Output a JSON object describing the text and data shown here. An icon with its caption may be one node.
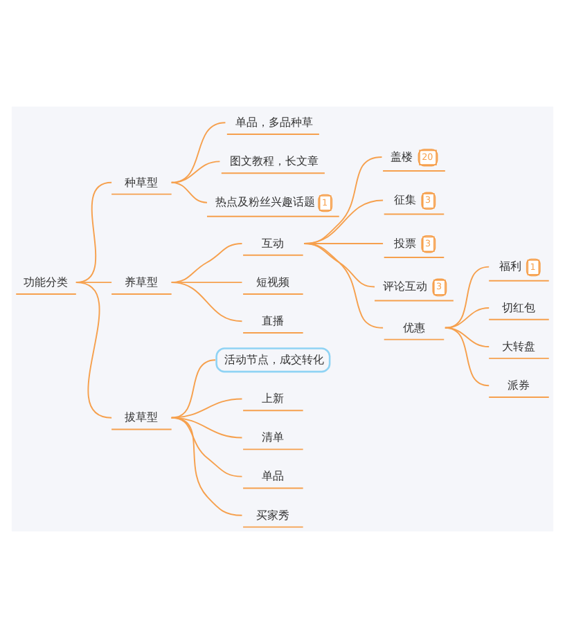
{
  "diagram": {
    "nodes": [
      {
        "text": [
          "功能分类"
        ]
      },
      {
        "text": [
          "种草型"
        ]
      },
      {
        "text": [
          "单品，多品种草"
        ]
      },
      {
        "text": [
          "图文教程，长文章"
        ]
      },
      {
        "text": [
          "热点及粉丝兴趣话题",
          "1"
        ]
      },
      {
        "text": [
          "养草型"
        ]
      },
      {
        "text": [
          "互动"
        ]
      },
      {
        "text": [
          "盖楼",
          "20"
        ]
      },
      {
        "text": [
          "征集",
          "3"
        ]
      },
      {
        "text": [
          "投票",
          "3"
        ]
      },
      {
        "text": [
          "评论互动",
          "3"
        ]
      },
      {
        "text": [
          "优惠"
        ]
      },
      {
        "text": [
          "福利",
          "1"
        ]
      },
      {
        "text": [
          "切红包"
        ]
      },
      {
        "text": [
          "大转盘"
        ]
      },
      {
        "text": [
          "派券"
        ]
      },
      {
        "text": [
          "短视频"
        ]
      },
      {
        "text": [
          "直播"
        ]
      },
      {
        "text": [
          "拔草型"
        ]
      },
      {
        "text": [
          "活动节点，成交转化"
        ]
      },
      {
        "text": [
          "上新"
        ]
      },
      {
        "text": [
          "清单"
        ]
      },
      {
        "text": [
          "单品"
        ]
      },
      {
        "text": [
          "买家秀"
        ]
      }
    ],
    "edges": [
      {
        "from": 0,
        "to": 1,
        "arrow": "none"
      },
      {
        "from": 1,
        "to": 2,
        "arrow": "none"
      },
      {
        "from": 1,
        "to": 3,
        "arrow": "none"
      },
      {
        "from": 1,
        "to": 4,
        "arrow": "none"
      },
      {
        "from": 0,
        "to": 5,
        "arrow": "none"
      },
      {
        "from": 5,
        "to": 6,
        "arrow": "none"
      },
      {
        "from": 6,
        "to": 7,
        "arrow": "none"
      },
      {
        "from": 6,
        "to": 8,
        "arrow": "none"
      },
      {
        "from": 6,
        "to": 9,
        "arrow": "none"
      },
      {
        "from": 6,
        "to": 10,
        "arrow": "none"
      },
      {
        "from": 6,
        "to": 11,
        "arrow": "none"
      },
      {
        "from": 11,
        "to": 12,
        "arrow": "none"
      },
      {
        "from": 11,
        "to": 13,
        "arrow": "none"
      },
      {
        "from": 11,
        "to": 14,
        "arrow": "none"
      },
      {
        "from": 11,
        "to": 15,
        "arrow": "none"
      },
      {
        "from": 5,
        "to": 16,
        "arrow": "none"
      },
      {
        "from": 5,
        "to": 17,
        "arrow": "none"
      },
      {
        "from": 0,
        "to": 18,
        "arrow": "none"
      },
      {
        "from": 18,
        "to": 19,
        "arrow": "none"
      },
      {
        "from": 18,
        "to": 20,
        "arrow": "none"
      },
      {
        "from": 18,
        "to": 21,
        "arrow": "none"
      },
      {
        "from": 18,
        "to": 22,
        "arrow": "none"
      },
      {
        "from": 18,
        "to": 23,
        "arrow": "none"
      }
    ]
  }
}
